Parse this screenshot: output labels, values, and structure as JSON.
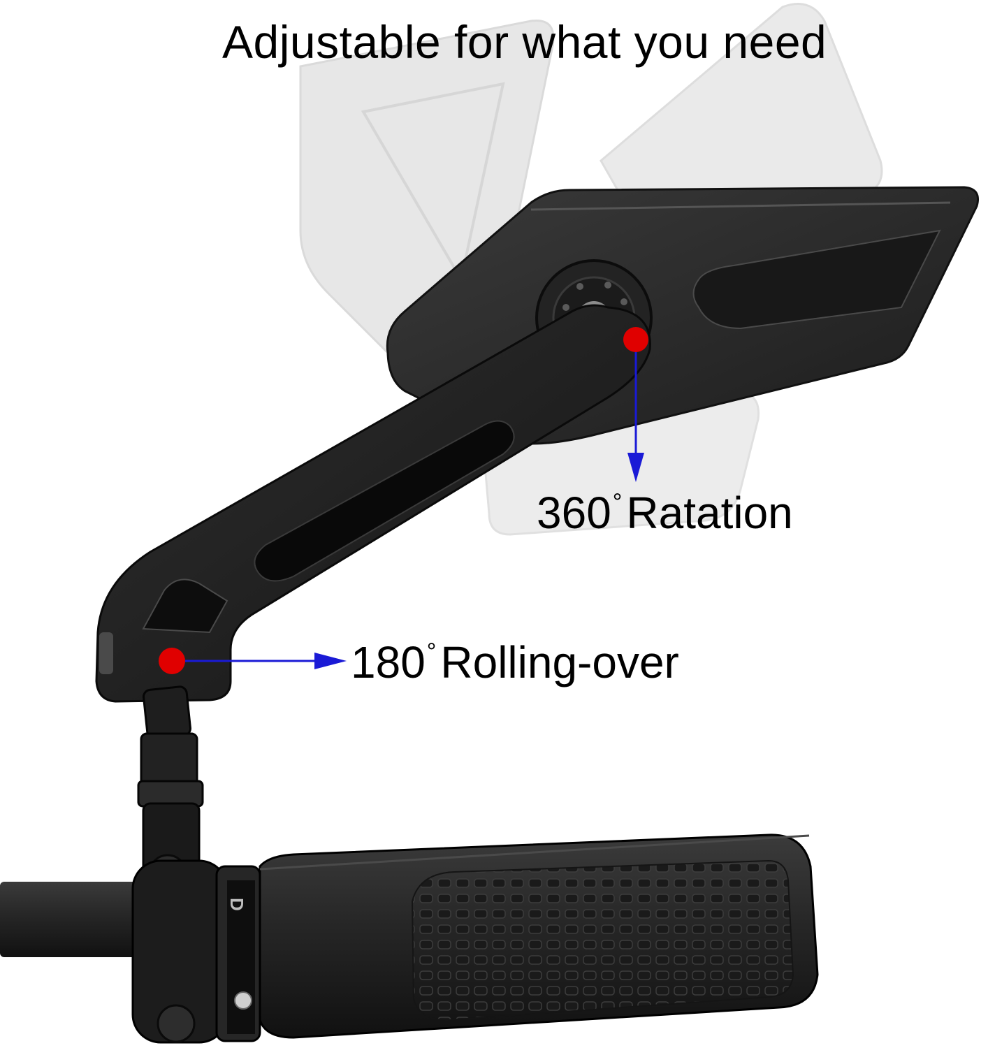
{
  "headline": "Adjustable for what you need",
  "callouts": {
    "rotation": {
      "value": "360",
      "degree_mark": "°",
      "label": "Ratation"
    },
    "rolling": {
      "value": "180",
      "degree_mark": "°",
      "label": "Rolling-over"
    }
  },
  "grip_brand_text": "D",
  "colors": {
    "marker_dot": "#e00000",
    "arrow": "#1a1ad6",
    "mirror_body": "#2a2a2a",
    "ghost_mirror": "#c8c8c8"
  }
}
